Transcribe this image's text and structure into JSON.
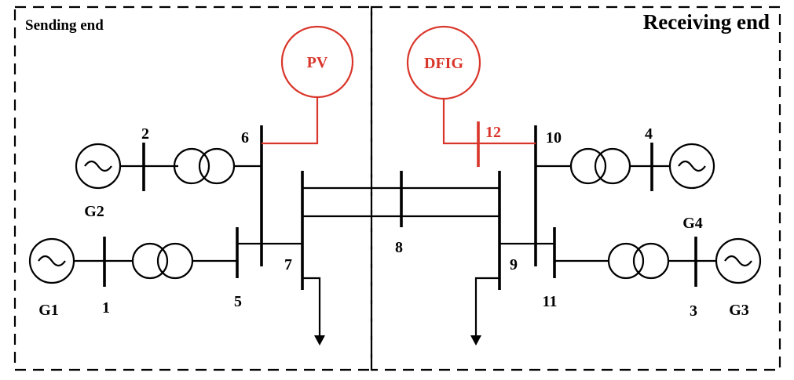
{
  "areas": {
    "sending": "Sending end",
    "receiving": "Receiving end"
  },
  "generators": {
    "g1": "G1",
    "g2": "G2",
    "g3": "G3",
    "g4": "G4"
  },
  "renewables": {
    "pv": "PV",
    "dfig": "DFIG"
  },
  "buses": {
    "b1": "1",
    "b2": "2",
    "b3": "3",
    "b4": "4",
    "b5": "5",
    "b6": "6",
    "b7": "7",
    "b8": "8",
    "b9": "9",
    "b10": "10",
    "b11": "11",
    "b12": "12"
  },
  "colors": {
    "renewable": "#d9362b",
    "line": "#000000"
  }
}
